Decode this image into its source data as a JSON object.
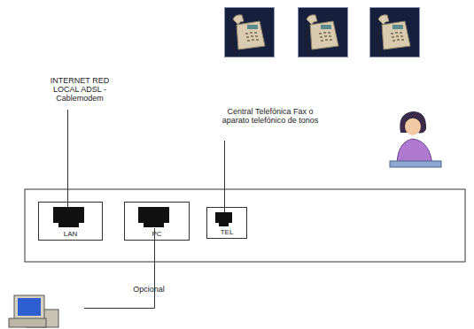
{
  "diagram": {
    "nodes": [
      {
        "text": [
          "LAN"
        ]
      },
      {
        "text": [
          "PC"
        ]
      },
      {
        "text": [
          "TEL"
        ]
      }
    ],
    "labels": [
      "INTERNET RED LOCAL ADSL - Cablemodem",
      "Central Telefónica Fax o aparato telefónico de tonos",
      "Opcional"
    ]
  }
}
